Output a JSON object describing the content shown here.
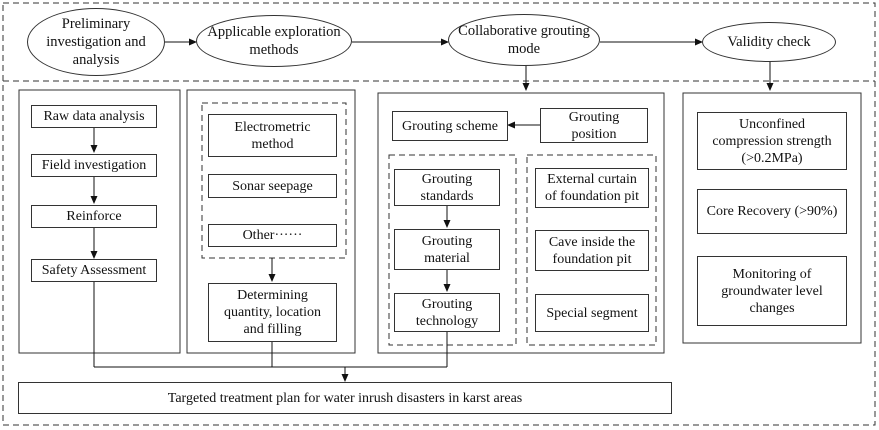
{
  "top_steps": [
    {
      "label": "Preliminary\ninvestigation and\nanalysis"
    },
    {
      "label": "Applicable exploration\nmethods"
    },
    {
      "label": "Collaborative grouting\nmode"
    },
    {
      "label": "Validity check"
    }
  ],
  "panel1": {
    "items": [
      "Raw data analysis",
      "Field investigation",
      "Reinforce",
      "Safety Assessment"
    ]
  },
  "panel2": {
    "methods": [
      "Electrometric\nmethod",
      "Sonar seepage",
      "Other······"
    ],
    "result": "Determining\nquantity, location\nand filling"
  },
  "panel3": {
    "scheme": "Grouting scheme",
    "position": "Grouting\nposition",
    "left_items": [
      "Grouting\nstandards",
      "Grouting\nmaterial",
      "Grouting\ntechnology"
    ],
    "right_items": [
      "External curtain\nof foundation pit",
      "Cave inside the\nfoundation pit",
      "Special segment"
    ]
  },
  "panel4": {
    "items": [
      "Unconfined\ncompression strength\n(>0.2MPa)",
      "Core Recovery (>90%)",
      "Monitoring of\ngroundwater level\nchanges"
    ]
  },
  "bottom": {
    "label": "Targeted treatment plan for water inrush disasters in karst areas"
  }
}
